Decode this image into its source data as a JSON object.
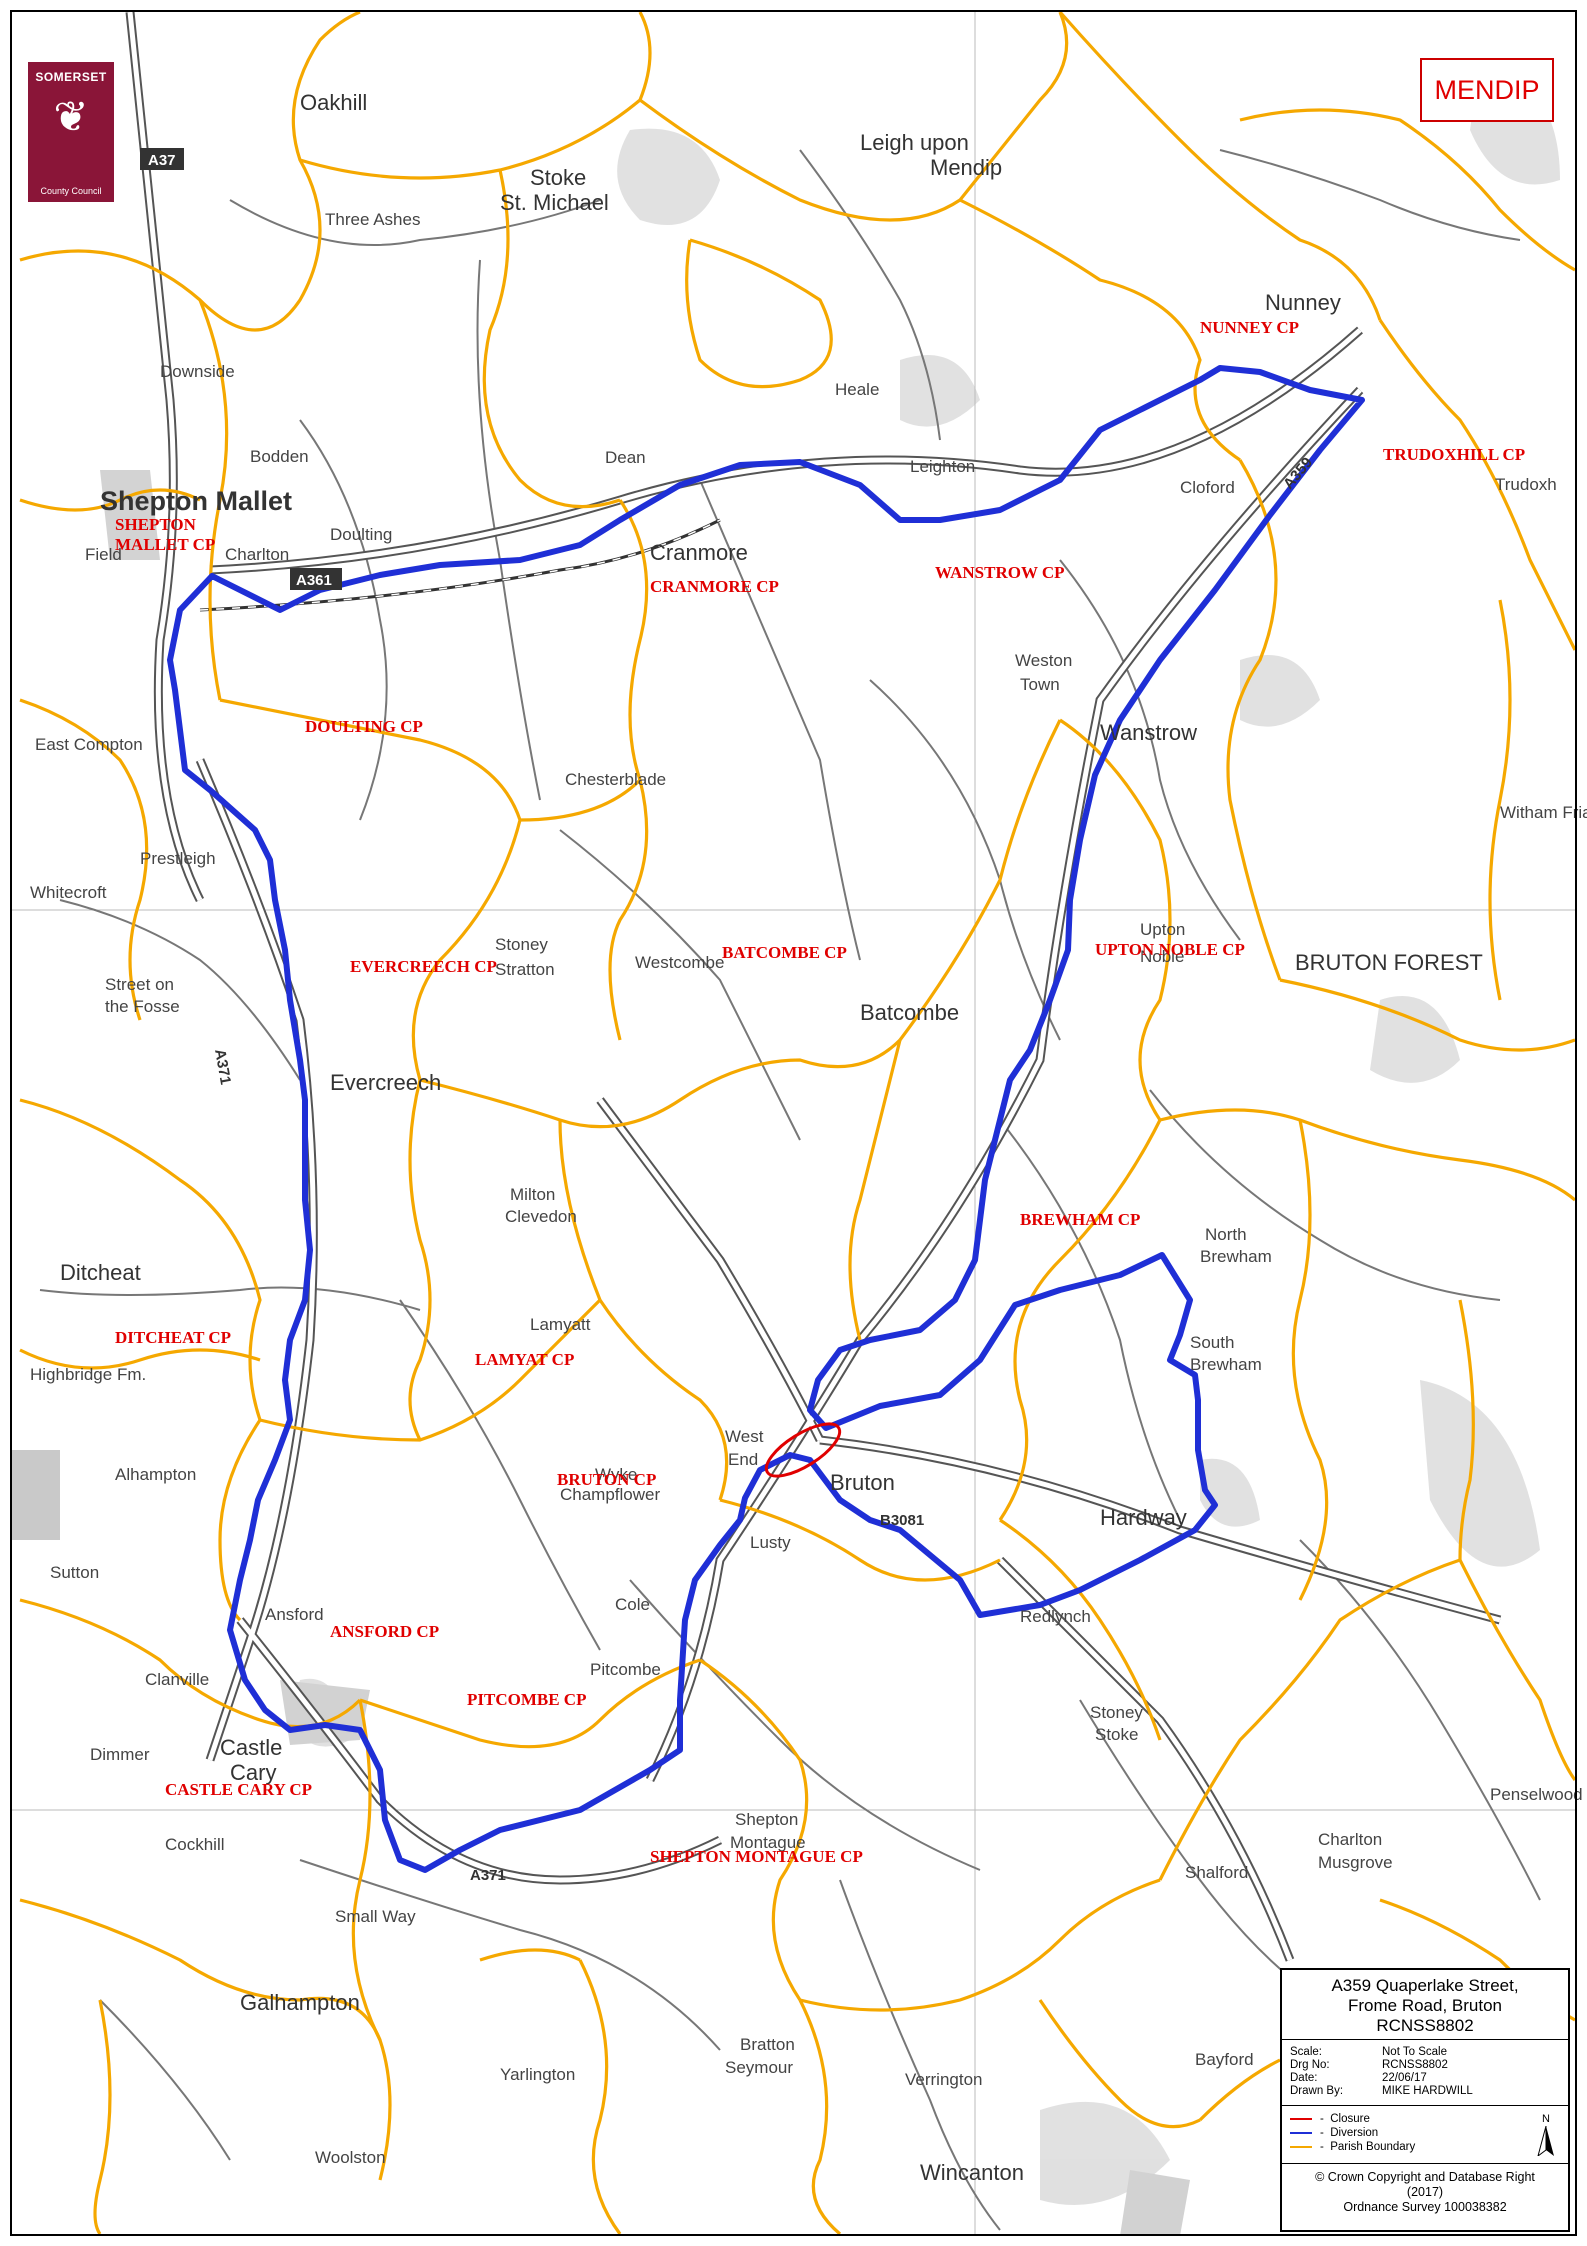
{
  "badge": {
    "district": "MENDIP"
  },
  "logo": {
    "top": "SOMERSET",
    "bottom": "County Council"
  },
  "title_block": {
    "line1": "A359 Quaperlake Street,",
    "line2": "Frome Road, Bruton",
    "line3": "RCNSS8802",
    "scale_label": "Scale:",
    "scale_value": "Not To Scale",
    "drg_label": "Drg No:",
    "drg_value": "RCNSS8802",
    "date_label": "Date:",
    "date_value": "22/06/17",
    "drawn_label": "Drawn By:",
    "drawn_value": "MIKE HARDWILL",
    "north": "N"
  },
  "legend": [
    {
      "label": "Closure",
      "color": "#e00000"
    },
    {
      "label": "Diversion",
      "color": "#1f2fd6"
    },
    {
      "label": "Parish Boundary",
      "color": "#f5a800"
    }
  ],
  "copyright": {
    "line1": "© Crown Copyright and Database Right",
    "line2": "(2017)",
    "line3": "Ordnance Survey 100038382"
  },
  "colors": {
    "closure": "#e00000",
    "diversion": "#1f2fd6",
    "parish": "#f5a800"
  },
  "parishes": {
    "shepton_mallet_1": "SHEPTON",
    "shepton_mallet_2": "MALLET CP",
    "doulting": "DOULTING CP",
    "cranmore": "CRANMORE CP",
    "wanstrow": "WANSTROW CP",
    "nunney": "NUNNEY CP",
    "trudoxhill": "TRUDOXHILL CP",
    "evercreech": "EVERCREECH CP",
    "batcombe": "BATCOMBE CP",
    "upton_noble": "UPTON NOBLE CP",
    "brewham": "BREWHAM CP",
    "ditcheat": "DITCHEAT CP",
    "lamyat": "LAMYAT CP",
    "bruton": "BRUTON CP",
    "ansford": "ANSFORD CP",
    "pitcombe": "PITCOMBE CP",
    "castle_cary": "CASTLE CARY CP",
    "shepton_montague": "SHEPTON MONTAGUE CP"
  },
  "places": {
    "shepton_mallet": "Shepton Mallet",
    "oakhill": "Oakhill",
    "stoke": "Stoke",
    "st_michael": "St. Michael",
    "leigh": "Leigh upon",
    "mendip": "Mendip",
    "nunney": "Nunney",
    "cranmore": "Cranmore",
    "wanstrow": "Wanstrow",
    "evercreech": "Evercreech",
    "batcombe": "Batcombe",
    "bruton": "Bruton",
    "ditcheat": "Ditcheat",
    "castle_cary_1": "Castle",
    "castle_cary_2": "Cary",
    "wincanton": "Wincanton",
    "galhampton": "Galhampton",
    "hardway": "Hardway",
    "pitcombe": "Pitcombe",
    "cole": "Cole",
    "north_brewham_1": "North",
    "north_brewham_2": "Brewham",
    "south_brewham_1": "South",
    "south_brewham_2": "Brewham",
    "bruton_forest": "BRUTON FOREST",
    "doulting": "Doulting",
    "prestleigh": "Prestleigh",
    "stoney_1": "Stoney",
    "stoney_2": "Stratton",
    "milton_1": "Milton",
    "milton_2": "Clevedon",
    "lamyatt": "Lamyatt",
    "alhampton": "Alhampton",
    "ansford": "Ansford",
    "upton_1": "Upton",
    "upton_2": "Noble",
    "bodden": "Bodden",
    "downside": "Downside",
    "three_ashes": "Three Ashes",
    "charlton": "Charlton",
    "chesterblade": "Chesterblade",
    "westcombe": "Westcombe",
    "heale": "Heale",
    "dean": "Dean",
    "leighton": "Leighton",
    "cloford": "Cloford",
    "weston_1": "Weston",
    "weston_2": "Town",
    "sutton": "Sutton",
    "dimmer": "Dimmer",
    "cockhill": "Cockhill",
    "small_way": "Small Way",
    "shepton_montague_1": "Shepton",
    "shepton_montague_2": "Montague",
    "stoney_stoke_1": "Stoney",
    "stoney_stoke_2": "Stoke",
    "charlton_musgrove_1": "Charlton",
    "charlton_musgrove_2": "Musgrove",
    "shalford": "Shalford",
    "bratton_1": "Bratton",
    "bratton_2": "Seymour",
    "yarlington": "Yarlington",
    "woolston": "Woolston",
    "verrington": "Verrington",
    "bayford": "Bayford",
    "penselwood": "Penselwood",
    "witham": "Witham Fria",
    "trudoxhill": "Trudoxh",
    "west_end_1": "West",
    "west_end_2": "End",
    "wyke_1": "Wyke",
    "wyke_2": "Champflower",
    "lusty": "Lusty",
    "redlynch": "Redlynch",
    "east_compton": "East Compton",
    "field": "Field",
    "whitecroft": "Whitecroft",
    "highbridge": "Highbridge Fm.",
    "fosse_1": "Street on",
    "fosse_2": "the Fosse",
    "clanville": "Clanville"
  },
  "roads": {
    "a37_n": "A37",
    "a361": "A361",
    "a371_w": "A371",
    "a359_n": "A359",
    "a371_s": "A371",
    "b3081": "B3081"
  }
}
